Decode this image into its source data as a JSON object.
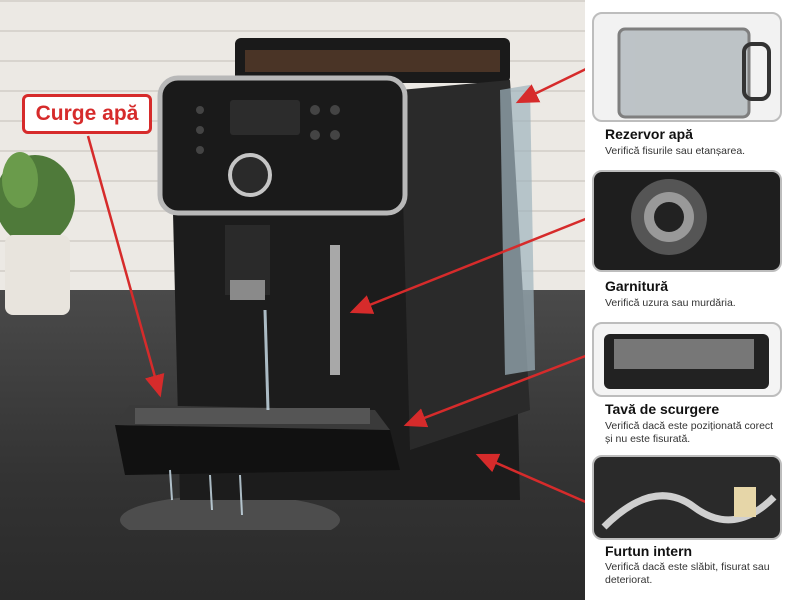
{
  "callout_main": "Curge apă",
  "items": [
    {
      "title": "Rezervor apă",
      "desc": "Verifică fisurile sau etanșarea."
    },
    {
      "title": "Garnitură",
      "desc": "Verifică uzura sau murdăria."
    },
    {
      "title": "Tavă de scurgere",
      "desc": "Verifică dacă este poziționată corect și nu este fisurată."
    },
    {
      "title": "Furtun intern",
      "desc": "Verifică dacă este slăbit, fisurat sau deteriorat."
    }
  ],
  "colors": {
    "accent": "#d62b2b",
    "machine": "#1c1c1c",
    "panel_bg": "#ffffff"
  }
}
